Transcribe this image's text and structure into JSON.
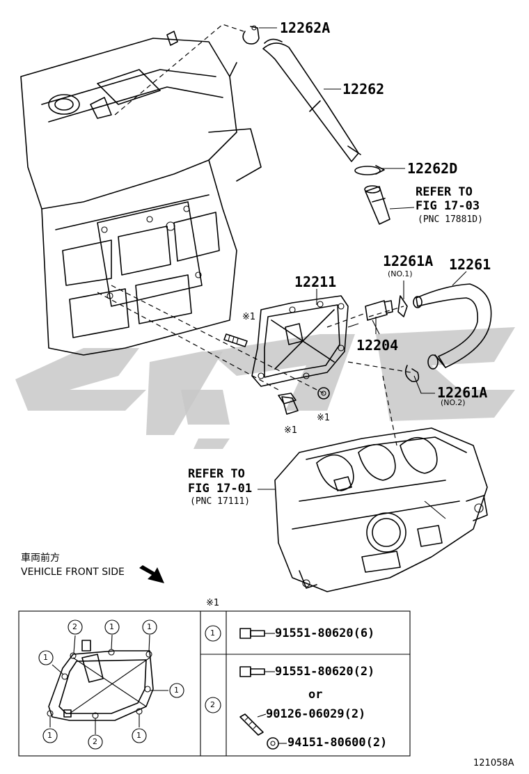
{
  "parts": {
    "p12262A": "12262A",
    "p12262": "12262",
    "p12262D": "12262D",
    "p12211": "12211",
    "p12204": "12204",
    "p12261A_top": "12261A",
    "p12261A_top_sub": "(NO.1)",
    "p12261": "12261",
    "p12261A_bot": "12261A",
    "p12261A_bot_sub": "(NO.2)"
  },
  "refs": {
    "r1_line1": "REFER TO",
    "r1_line2": "FIG 17-03",
    "r1_line3": "(PNC 17881D)",
    "r2_line1": "REFER TO",
    "r2_line2": "FIG 17-01",
    "r2_line3": "(PNC 17111)"
  },
  "notes": {
    "mark": "※1",
    "vehicle_jp": "車両前方",
    "vehicle_en": "VEHICLE FRONT SIDE"
  },
  "table": {
    "header": "※1",
    "row1_key": "1",
    "row1_part": "91551-80620(6)",
    "row2_key": "2",
    "row2_part_a": "91551-80620(2)",
    "row2_or": "or",
    "row2_part_b": "90126-06029(2)",
    "row2_part_c": "94151-80600(2)"
  },
  "inset_marks": {
    "c1": "1",
    "c2": "2"
  },
  "figure_id": "121058A"
}
